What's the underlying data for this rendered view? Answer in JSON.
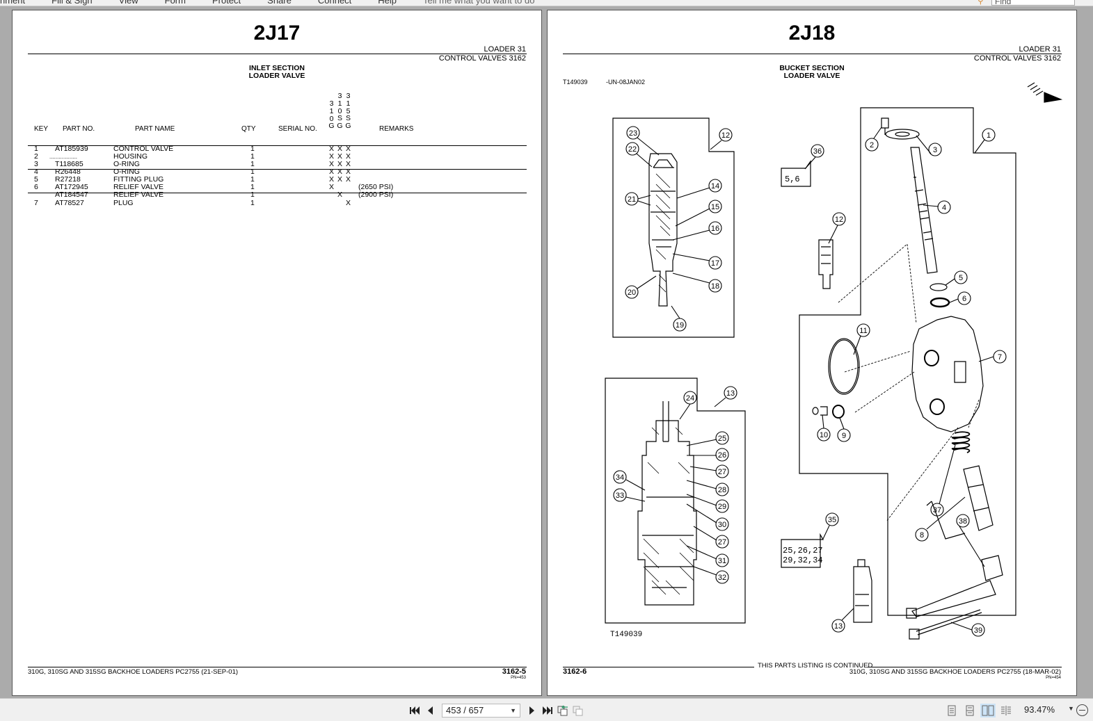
{
  "menubar": {
    "items": [
      "nment",
      "Fill & Sign",
      "View",
      "Form",
      "Protect",
      "Share",
      "Connect",
      "Help"
    ],
    "tell_me": "Tell me what you want to do",
    "find_placeholder": "Find"
  },
  "left_page": {
    "title": "2J17",
    "header_right_1": "LOADER    31",
    "header_right_2": "CONTROL VALVES  3162",
    "section_line1": "INLET SECTION",
    "section_line2": "LOADER VALVE",
    "columns": {
      "key": "KEY",
      "part_no": "PART NO.",
      "part_name": "PART NAME",
      "qty": "QTY",
      "serial_no": "SERIAL NO.",
      "model_310g": [
        "3",
        "1",
        "0",
        "G"
      ],
      "model_310sg": [
        "3",
        "1",
        "0",
        "S",
        "G"
      ],
      "model_315sg": [
        "3",
        "1",
        "5",
        "S",
        "G"
      ],
      "remarks": "REMARKS"
    },
    "rows": [
      {
        "key": "1",
        "part_no": "AT185939",
        "part_name": "CONTROL VALVE",
        "qty": "1",
        "m1": "X",
        "m2": "X",
        "m3": "X",
        "remarks": ""
      },
      {
        "key": "2",
        "part_no": "..................",
        "part_name": "HOUSING",
        "qty": "1",
        "m1": "X",
        "m2": "X",
        "m3": "X",
        "remarks": ""
      },
      {
        "key": "3",
        "part_no": "T118685",
        "part_name": "O-RING",
        "qty": "1",
        "m1": "X",
        "m2": "X",
        "m3": "X",
        "remarks": ""
      },
      {
        "key": "4",
        "part_no": "R26448",
        "part_name": "O-RING",
        "qty": "1",
        "m1": "X",
        "m2": "X",
        "m3": "X",
        "remarks": ""
      },
      {
        "key": "5",
        "part_no": "R27218",
        "part_name": "FITTING PLUG",
        "qty": "1",
        "m1": "X",
        "m2": "X",
        "m3": "X",
        "remarks": ""
      },
      {
        "key": "6",
        "part_no": "AT172945",
        "part_name": "RELIEF VALVE",
        "qty": "1",
        "m1": "X",
        "m2": "",
        "m3": "",
        "remarks": "(2650 PSI)"
      },
      {
        "key": "",
        "part_no": "AT184547",
        "part_name": "RELIEF VALVE",
        "qty": "1",
        "m1": "",
        "m2": "X",
        "m3": "",
        "remarks": "(2900 PSI)"
      },
      {
        "key": "7",
        "part_no": "AT78527",
        "part_name": "PLUG",
        "qty": "1",
        "m1": "",
        "m2": "",
        "m3": "X",
        "remarks": ""
      }
    ],
    "footer_text": "310G, 310SG AND 315SG BACKHOE LOADERS   PC2755     (21-SEP-01)",
    "page_number": "3162-5",
    "pn": "PN=453"
  },
  "right_page": {
    "title": "2J18",
    "header_right_1": "LOADER    31",
    "header_right_2": "CONTROL VALVES  3162",
    "section_line1": "BUCKET SECTION",
    "section_line2": "LOADER VALVE",
    "figure_id": "T149039",
    "figure_code": "-UN-08JAN02",
    "figure_caption": "T149039",
    "callouts_top_left": [
      "23",
      "22",
      "21",
      "12",
      "14",
      "15",
      "16",
      "17",
      "18",
      "20",
      "19"
    ],
    "callouts_bottom_left": [
      "24",
      "13",
      "25",
      "26",
      "27",
      "34",
      "28",
      "33",
      "29",
      "30",
      "27",
      "31",
      "32"
    ],
    "callouts_right": [
      "36",
      "1",
      "2",
      "3",
      "4",
      "12",
      "5",
      "6",
      "11",
      "7",
      "10",
      "9",
      "37",
      "8",
      "38",
      "35",
      "13",
      "39"
    ],
    "kit_36": "5,6",
    "kit_35_line1": "25,26,27",
    "kit_35_line2": "29,32,34",
    "continued": "THIS PARTS LISTING IS CONTINUED",
    "page_number": "3162-6",
    "footer_text": "310G, 310SG AND 315SG BACKHOE LOADERS   PC2755     (18-MAR-02)",
    "pn": "PN=454"
  },
  "statusbar": {
    "page_current": "453 / 657",
    "zoom_level": "93.47%"
  }
}
